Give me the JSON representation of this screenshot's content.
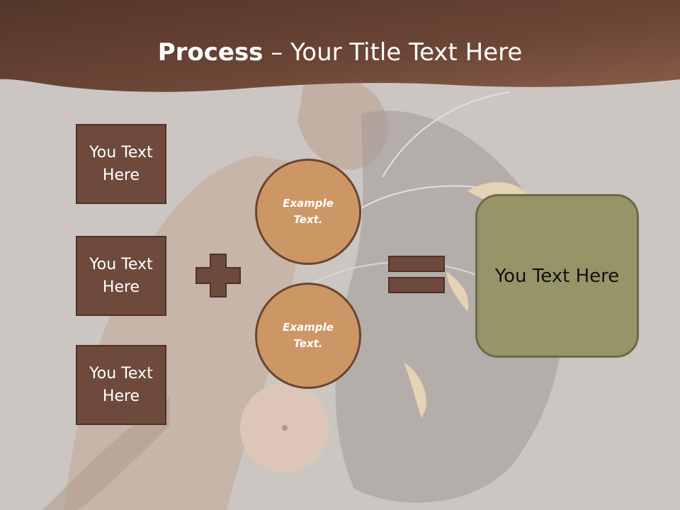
{
  "title": {
    "bold": "Process",
    "rest": " – Your Title Text Here"
  },
  "left_boxes": [
    {
      "label": "You Text Here"
    },
    {
      "label": "You Text Here"
    },
    {
      "label": "You Text Here"
    }
  ],
  "circles": [
    {
      "label": "Example Text."
    },
    {
      "label": "Example Text."
    }
  ],
  "result": {
    "label": "You Text Here"
  },
  "colors": {
    "header": "#6b4533",
    "box_fill": "#6e4a3d",
    "circle_fill": "#cd9765",
    "result_fill": "#979567",
    "operator": "#6e4a3d"
  }
}
